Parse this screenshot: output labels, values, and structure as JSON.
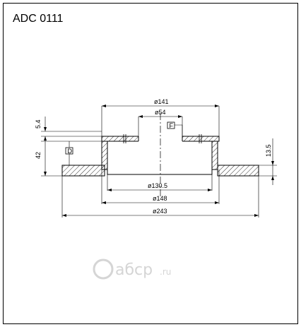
{
  "part_code": "ADC 0111",
  "dimensions": {
    "d_outer": "ø243",
    "d_hat": "ø141",
    "d_bore": "ø54",
    "d_inner": "ø130.5",
    "d_148": "ø148",
    "hat_height": "42",
    "hat_thickness": "5.4",
    "disc_thickness": "13.5"
  },
  "markers": {
    "datum_f": "F",
    "datum_d": "D"
  },
  "watermark": {
    "brand": "aбcp",
    "tld": ".ru"
  }
}
